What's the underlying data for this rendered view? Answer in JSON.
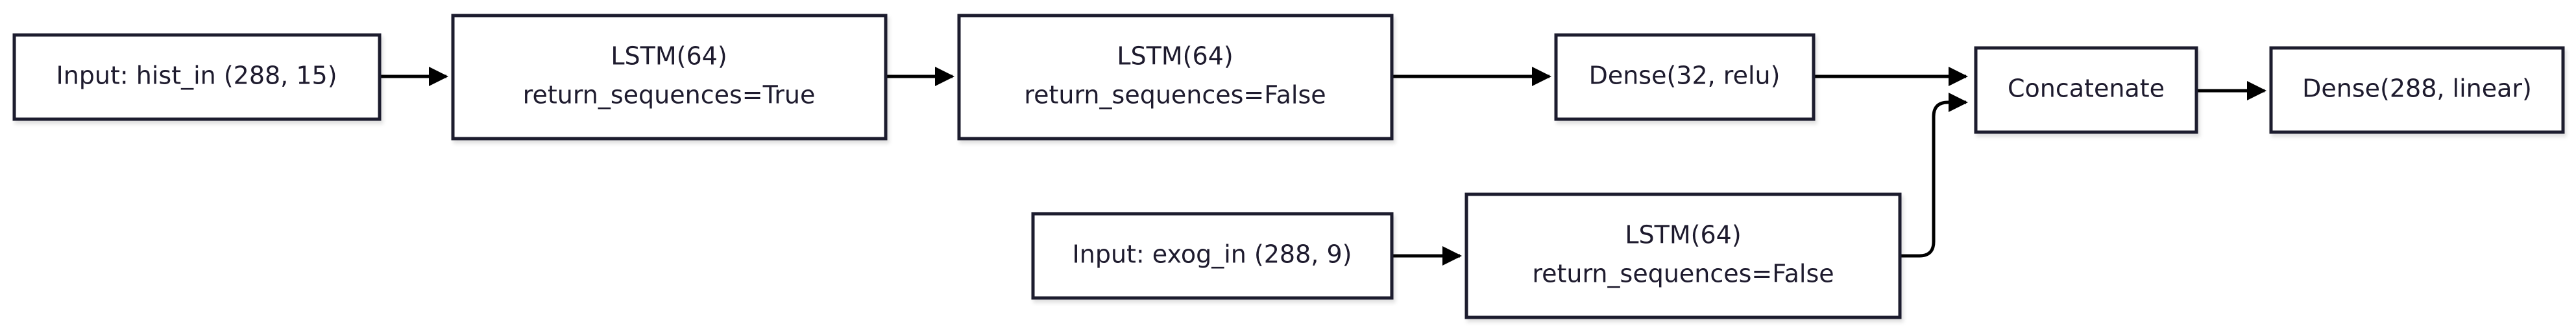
{
  "diagram": {
    "nodes": {
      "hist_in": {
        "line1": "Input: hist_in (288, 15)"
      },
      "lstm_a": {
        "line1": "LSTM(64)",
        "line2": "return_sequences=True"
      },
      "lstm_b": {
        "line1": "LSTM(64)",
        "line2": "return_sequences=False"
      },
      "dense_32": {
        "line1": "Dense(32, relu)"
      },
      "concat": {
        "line1": "Concatenate"
      },
      "dense_288": {
        "line1": "Dense(288, linear)"
      },
      "exog_in": {
        "line1": "Input: exog_in (288, 9)"
      },
      "lstm_c": {
        "line1": "LSTM(64)",
        "line2": "return_sequences=False"
      }
    },
    "edges": [
      {
        "from": "hist_in",
        "to": "lstm_a"
      },
      {
        "from": "lstm_a",
        "to": "lstm_b"
      },
      {
        "from": "lstm_b",
        "to": "dense_32"
      },
      {
        "from": "dense_32",
        "to": "concat"
      },
      {
        "from": "concat",
        "to": "dense_288"
      },
      {
        "from": "exog_in",
        "to": "lstm_c"
      },
      {
        "from": "lstm_c",
        "to": "concat"
      }
    ],
    "colors": {
      "box_stroke": "#1e1b2e",
      "box_fill": "#ffffff",
      "edge": "#000000"
    }
  }
}
